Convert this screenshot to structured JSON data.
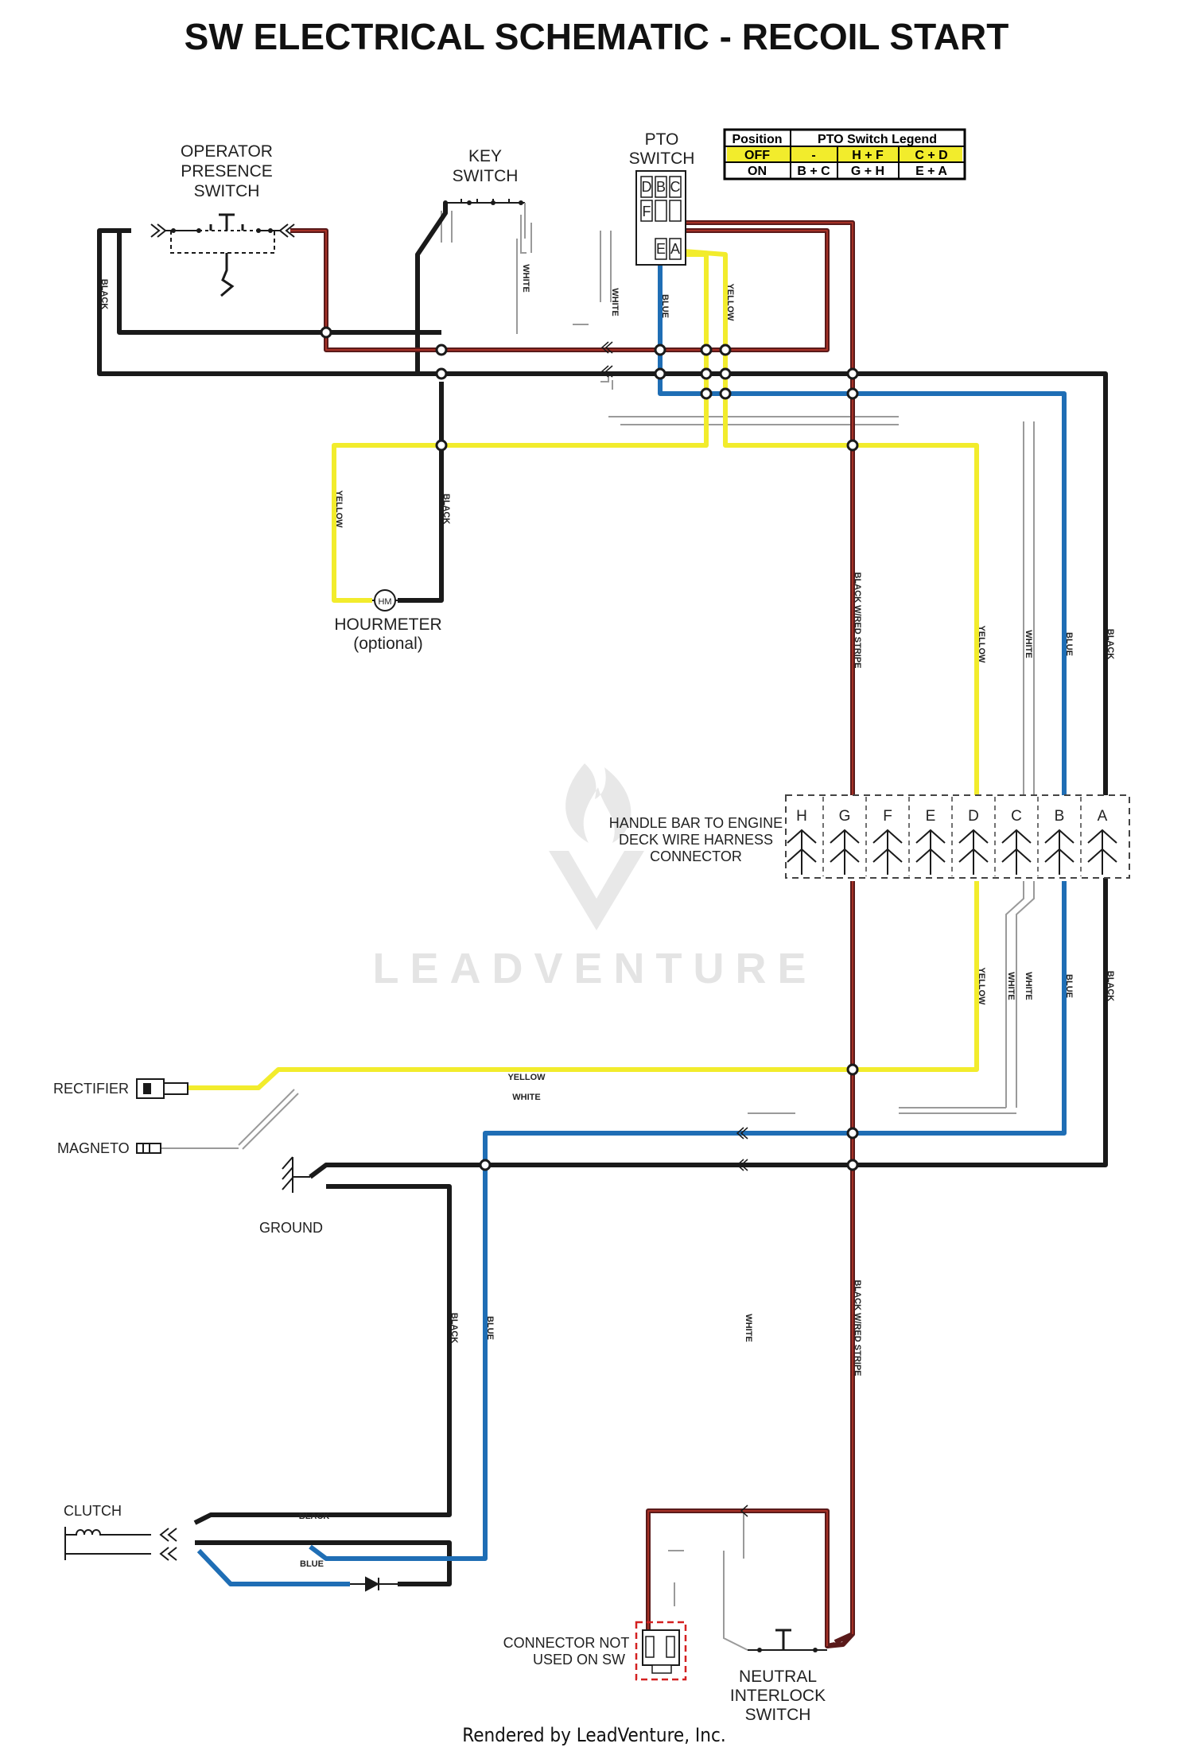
{
  "title": "SW ELECTRICAL SCHEMATIC - RECOIL START",
  "footer": "Rendered by LeadVenture, Inc.",
  "watermark": "LEADVENTURE",
  "colors": {
    "black": "#1a1a1a",
    "yellow": "#f2ec2c",
    "blue": "#1f6eb5",
    "black_red": "#5a1a1a",
    "red_stripe": "#c0392b",
    "white_wire": "#9a9a9a",
    "legend_fill": "#f2ec2c",
    "connector_red": "#d42020"
  },
  "components": {
    "operator_presence": [
      "OPERATOR",
      "PRESENCE",
      "SWITCH"
    ],
    "key_switch": [
      "KEY",
      "SWITCH"
    ],
    "pto_switch": [
      "PTO",
      "SWITCH"
    ],
    "pto_pins_top": [
      "D",
      "B",
      "C"
    ],
    "pto_pins_bottom": [
      "F",
      "E",
      "A"
    ],
    "hourmeter": "HOURMETER",
    "hourmeter_note": "(optional)",
    "hourmeter_symbol": "HM",
    "harness_connector": [
      "HANDLE BAR TO ENGINE",
      "DECK WIRE HARNESS",
      "CONNECTOR"
    ],
    "connector_letters": [
      "H",
      "G",
      "F",
      "E",
      "D",
      "C",
      "B",
      "A"
    ],
    "rectifier": "RECTIFIER",
    "magneto": "MAGNETO",
    "ground": "GROUND",
    "clutch": "CLUTCH",
    "connector_not_used": [
      "CONNECTOR NOT",
      "USED ON SW"
    ],
    "neutral_interlock": [
      "NEUTRAL",
      "INTERLOCK",
      "SWITCH"
    ]
  },
  "legend": {
    "header_position": "Position",
    "header_title": "PTO Switch Legend",
    "rows": [
      [
        "OFF",
        "-",
        "H + F",
        "C + D"
      ],
      [
        "ON",
        "B + C",
        "G + H",
        "E + A"
      ]
    ]
  },
  "wire_labels": {
    "black": "BLACK",
    "white": "WHITE",
    "blue": "BLUE",
    "yellow": "YELLOW",
    "black_red": "BLACK W/RED STRIPE"
  }
}
